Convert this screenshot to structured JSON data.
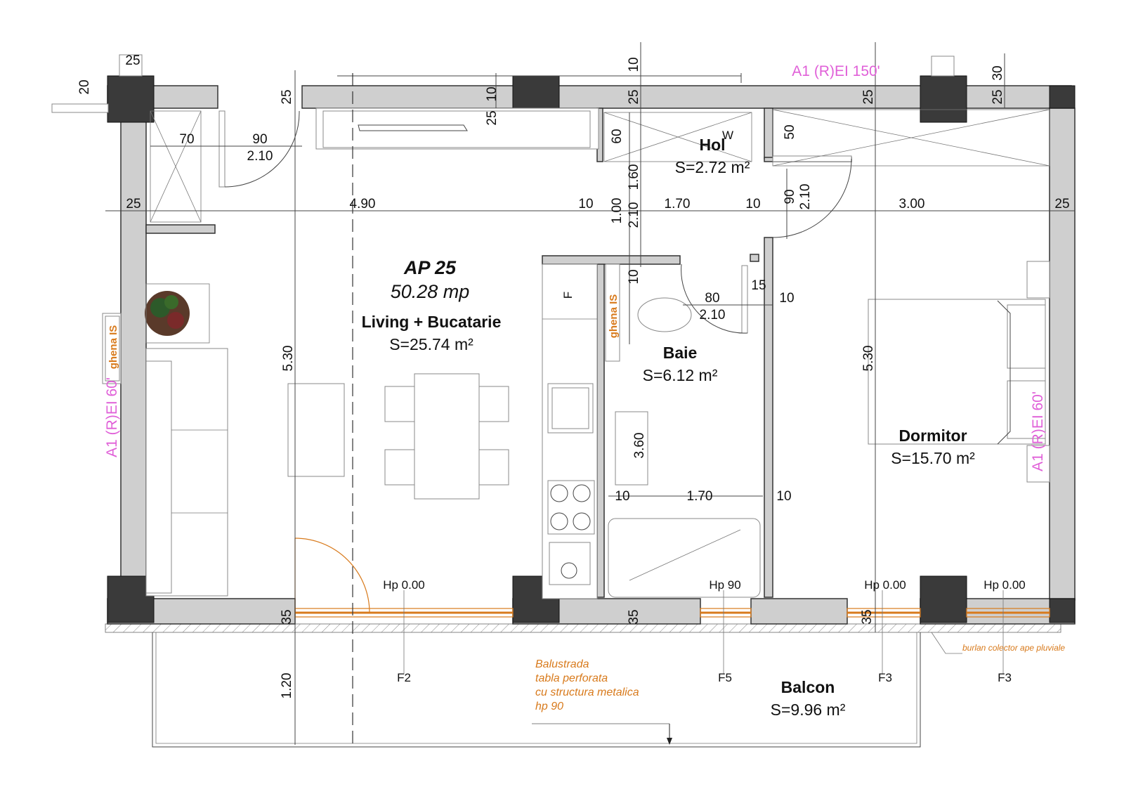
{
  "apartment": {
    "title": "AP 25",
    "area": "50.28 mp"
  },
  "rooms": {
    "hol": {
      "name": "Hol",
      "area": "S=2.72 m²"
    },
    "living": {
      "name": "Living + Bucatarie",
      "area": "S=25.74 m²"
    },
    "baie": {
      "name": "Baie",
      "area": "S=6.12 m²"
    },
    "dormitor": {
      "name": "Dormitor",
      "area": "S=15.70 m²"
    },
    "balcon": {
      "name": "Balcon",
      "area": "S=9.96 m²"
    }
  },
  "fire_ratings": {
    "top": "A1 (R)EI 150'",
    "left": "A1 (R)EI 60'",
    "right": "A1 (R)EI 60'"
  },
  "ducts": {
    "left": "ghena IS",
    "kitchen": "ghena IS"
  },
  "fridge_label": "F",
  "washer_label": "W",
  "windows": [
    {
      "hp": "Hp 0.00",
      "code": "F2"
    },
    {
      "hp": "Hp 90",
      "code": "F5"
    },
    {
      "hp": "Hp 0.00",
      "code": "F3"
    },
    {
      "hp": "Hp 0.00",
      "code": "F3"
    }
  ],
  "notes": {
    "balustrade": [
      "Balustrada",
      "tabla perforata",
      "cu structura metalica",
      " hp 90"
    ],
    "downpipe": "burlan colector ape pluviale"
  },
  "dimensions": {
    "d25_chimney": "25",
    "d20": "20",
    "d25_tl": "25",
    "d10_top": "10",
    "d25_a": "25",
    "d25_b": "25",
    "d10_b": "10",
    "d25_c": "25",
    "d30": "30",
    "d25_d": "25",
    "d70": "70",
    "d90": "90",
    "d210_a": "2.10",
    "d25_left": "25",
    "d490": "4.90",
    "d10_c": "10",
    "d170_top": "1.70",
    "d10_d": "10",
    "d300": "3.00",
    "d25_right": "25",
    "d60": "60",
    "d160": "1.60",
    "d100": "1.00",
    "d210_b": "2.10",
    "d50": "50",
    "d90_v": "90",
    "d210_c": "2.10",
    "d10_e": "10",
    "d15": "15",
    "d80": "80",
    "d210_d": "2.10",
    "d10_f": "10",
    "d530_l": "5.30",
    "d530_r": "5.30",
    "d360": "3.60",
    "d10_g": "10",
    "d170_bath": "1.70",
    "d10_h": "10",
    "d35_a": "35",
    "d35_b": "35",
    "d35_c": "35",
    "d120": "1.20"
  }
}
